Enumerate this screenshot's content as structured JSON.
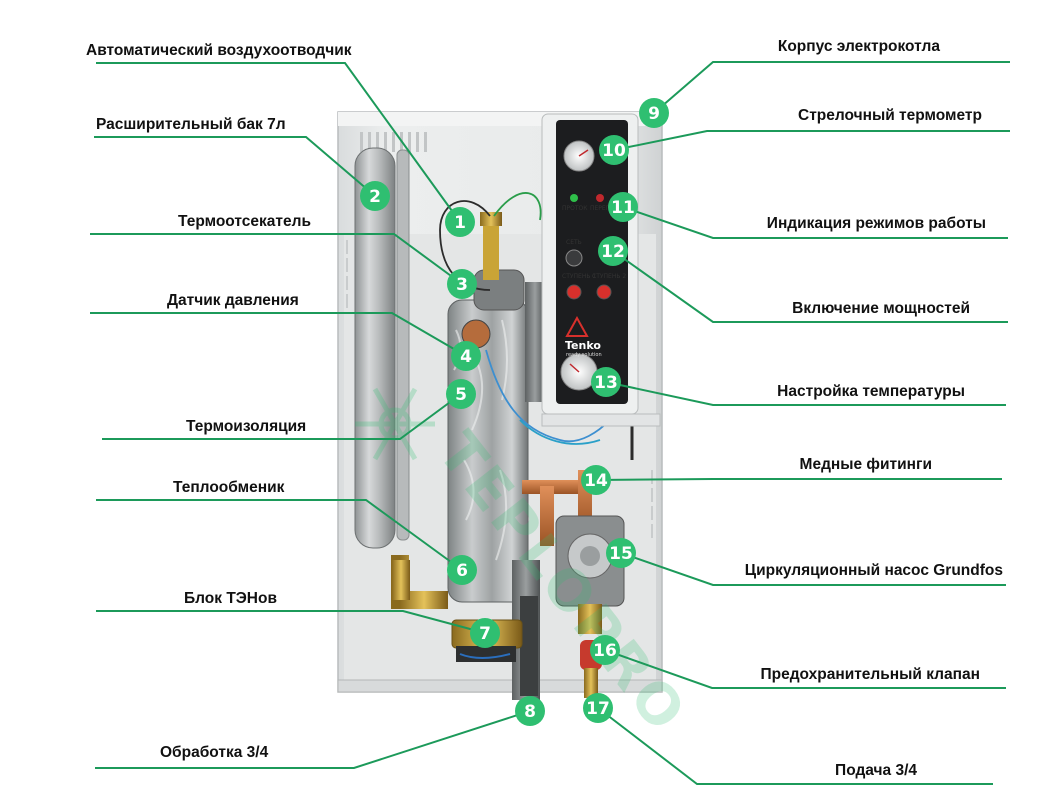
{
  "labels": {
    "l1": "Автоматический воздухоотводчик",
    "l2": "Расширительный бак 7л",
    "l3": "Термоотсекатель",
    "l4": "Датчик давления",
    "l5": "Термоизоляция",
    "l6": "Теплообменик",
    "l7": "Блок ТЭНов",
    "l8": "Обработка 3/4",
    "l9": "Корпус электрокотла",
    "l10": "Стрелочный термометр",
    "l11": "Индикация режимов работы",
    "l12": "Включение мощностей",
    "l13": "Настройка температуры",
    "l14": "Медные фитинги",
    "l15": "Циркуляционный насос Grundfos",
    "l16": "Предохранительный клапан",
    "l17": "Подача 3/4"
  },
  "badges": [
    "1",
    "2",
    "3",
    "4",
    "5",
    "6",
    "7",
    "8",
    "9",
    "10",
    "11",
    "12",
    "13",
    "14",
    "15",
    "16",
    "17"
  ],
  "watermark": "TEPLOPRO",
  "panel": {
    "brand": "Tenko",
    "brand_sub": "ready solution",
    "tiny_left": "ПРОТОК",
    "tiny_right": "ПЕРЕГРЕВ",
    "tiny_net": "СЕТЬ",
    "tiny_s1": "СТУПЕНЬ 1",
    "tiny_s2": "СТУПЕНЬ 2"
  },
  "colors": {
    "accent": "#2fbf71",
    "line": "#1c9a5a",
    "text": "#111111"
  }
}
